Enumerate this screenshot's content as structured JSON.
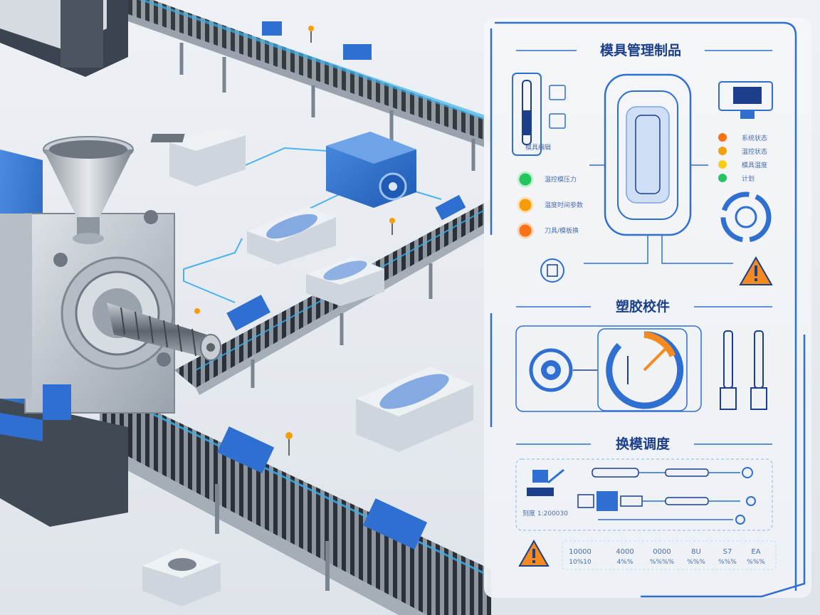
{
  "panel": {
    "section1_title": "模具管理制品",
    "section2_title": "塑胶校件",
    "section3_title": "换模调度",
    "left_caption": "模具编辑",
    "status_items": [
      {
        "label": "温控模压力",
        "color": "#22c55e"
      },
      {
        "label": "温度时间参数",
        "color": "#f59e0b"
      },
      {
        "label": "刀具/模板换",
        "color": "#f97316"
      }
    ],
    "legend_items": [
      {
        "label": "系统状态",
        "color": "#f97316"
      },
      {
        "label": "温控状态",
        "color": "#f59e0b"
      },
      {
        "label": "模具温度",
        "color": "#facc15"
      },
      {
        "label": "计划",
        "color": "#22c55e"
      }
    ],
    "scale_label": "刻度 1:200030",
    "bottom_stats": [
      "10000",
      "4000",
      "0000",
      "8U",
      "S7",
      "EA"
    ],
    "bottom_substats": [
      "10%10",
      "4%%",
      "%%%%",
      "%%%",
      "%%%",
      "%%%"
    ]
  },
  "colors": {
    "accent_blue": "#2f6fd1",
    "dark_blue": "#1b3f8a",
    "warning_orange": "#f58a1f",
    "status_green": "#22c55e",
    "machine_blue": "#3b7bd4"
  }
}
